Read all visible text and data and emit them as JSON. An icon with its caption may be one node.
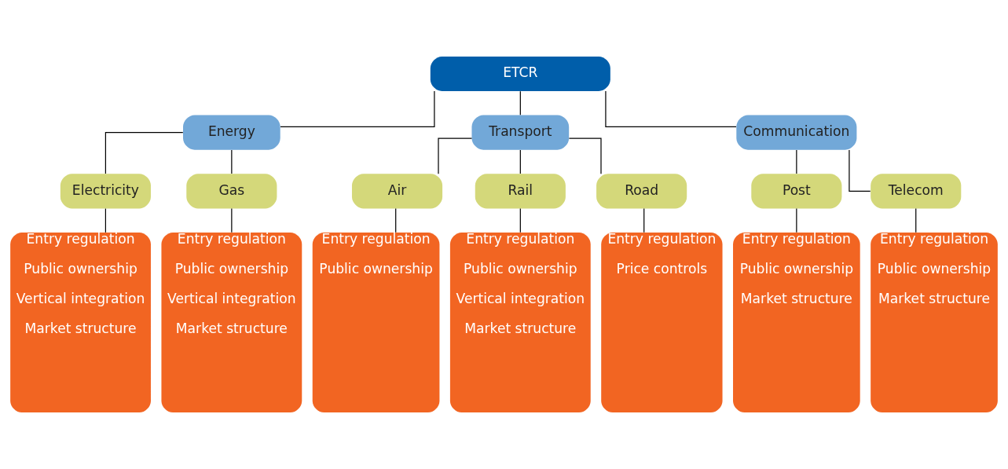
{
  "diagram": {
    "nodes": [
      {
        "text": [
          "ETCR"
        ]
      },
      {
        "text": [
          "Energy"
        ]
      },
      {
        "text": [
          "Transport"
        ]
      },
      {
        "text": [
          "Communication"
        ]
      },
      {
        "text": [
          "Electricity"
        ]
      },
      {
        "text": [
          "Gas"
        ]
      },
      {
        "text": [
          "Air"
        ]
      },
      {
        "text": [
          "Rail"
        ]
      },
      {
        "text": [
          "Road"
        ]
      },
      {
        "text": [
          "Post"
        ]
      },
      {
        "text": [
          "Telecom"
        ]
      },
      {
        "text": [
          "Entry regulation",
          "Public ownership",
          "Vertical integration",
          "Market structure"
        ]
      },
      {
        "text": [
          "Entry regulation",
          "Public ownership",
          "Vertical integration",
          "Market structure"
        ]
      },
      {
        "text": [
          "Entry regulation",
          "Public ownership"
        ]
      },
      {
        "text": [
          "Entry regulation",
          "Public ownership",
          "Vertical integration",
          "Market structure"
        ]
      },
      {
        "text": [
          "Entry regulation",
          "Price controls"
        ]
      },
      {
        "text": [
          "Entry regulation",
          "Public ownership",
          "Market structure"
        ]
      },
      {
        "text": [
          "Entry regulation",
          "Public ownership",
          "Market structure"
        ]
      }
    ],
    "edges": [
      {
        "from": 0,
        "to": 1,
        "arrow": "none"
      },
      {
        "from": 0,
        "to": 2,
        "arrow": "none"
      },
      {
        "from": 0,
        "to": 3,
        "arrow": "none"
      },
      {
        "from": 1,
        "to": 4,
        "arrow": "none"
      },
      {
        "from": 1,
        "to": 5,
        "arrow": "none"
      },
      {
        "from": 2,
        "to": 6,
        "arrow": "none"
      },
      {
        "from": 2,
        "to": 7,
        "arrow": "none"
      },
      {
        "from": 2,
        "to": 8,
        "arrow": "none"
      },
      {
        "from": 3,
        "to": 9,
        "arrow": "none"
      },
      {
        "from": 3,
        "to": 10,
        "arrow": "none"
      },
      {
        "from": 4,
        "to": 11,
        "arrow": "none"
      },
      {
        "from": 5,
        "to": 12,
        "arrow": "none"
      },
      {
        "from": 6,
        "to": 13,
        "arrow": "none"
      },
      {
        "from": 7,
        "to": 14,
        "arrow": "none"
      },
      {
        "from": 8,
        "to": 15,
        "arrow": "none"
      },
      {
        "from": 9,
        "to": 16,
        "arrow": "none"
      },
      {
        "from": 10,
        "to": 17,
        "arrow": "none"
      }
    ]
  }
}
